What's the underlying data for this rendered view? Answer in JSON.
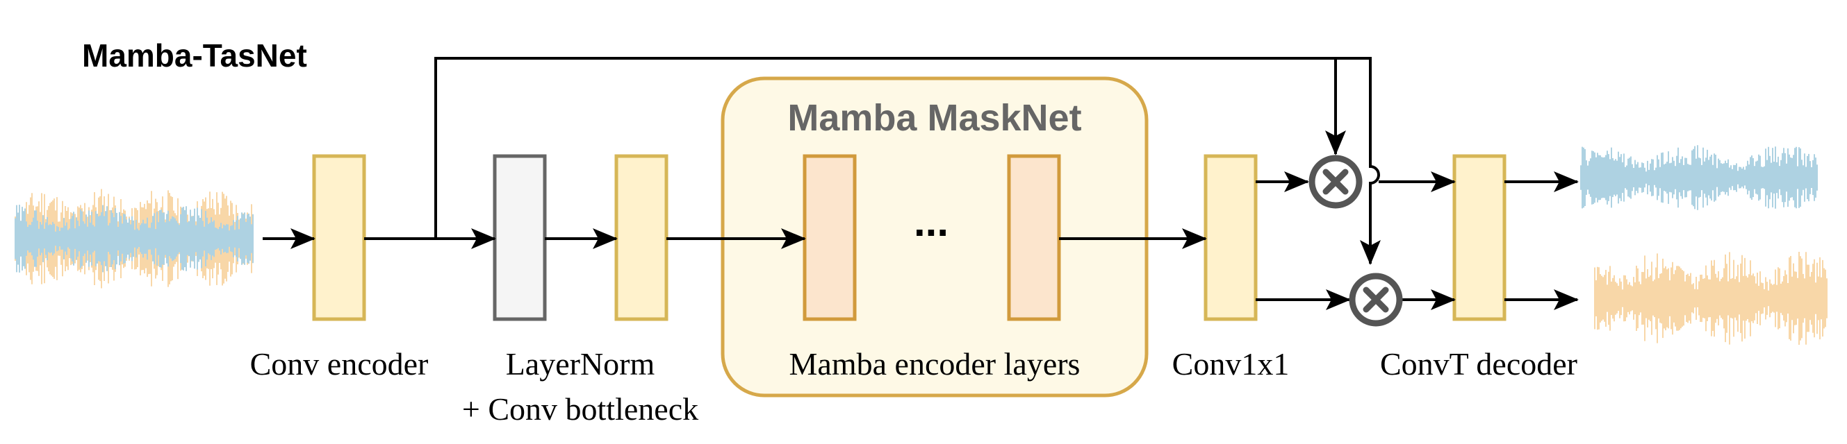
{
  "title": "Mamba-TasNet",
  "masknet": {
    "title": "Mamba MaskNet",
    "ellipsis": "..."
  },
  "captions": {
    "conv_encoder": "Conv encoder",
    "layernorm_line1": "LayerNorm",
    "layernorm_line2": "+ Conv bottleneck",
    "mamba_layers": "Mamba encoder layers",
    "conv1x1": "Conv1x1",
    "convt_decoder": "ConvT decoder"
  },
  "colors": {
    "block_fill": "#fff2cc",
    "block_stroke": "#d6b656",
    "mamba_fill": "#fce5cd",
    "mamba_stroke": "#d19a3c",
    "layernorm_fill": "#f5f5f5",
    "layernorm_stroke": "#666666",
    "masknet_fill": "#fef9e6",
    "masknet_stroke": "#d6a84a",
    "wave_blue": "#aed2e2",
    "wave_orange": "#f8d7a8",
    "multiplier": "#555555"
  },
  "icons": [
    "waveform-mixture-icon",
    "multiply-icon",
    "waveform-blue-output-icon",
    "waveform-orange-output-icon"
  ]
}
